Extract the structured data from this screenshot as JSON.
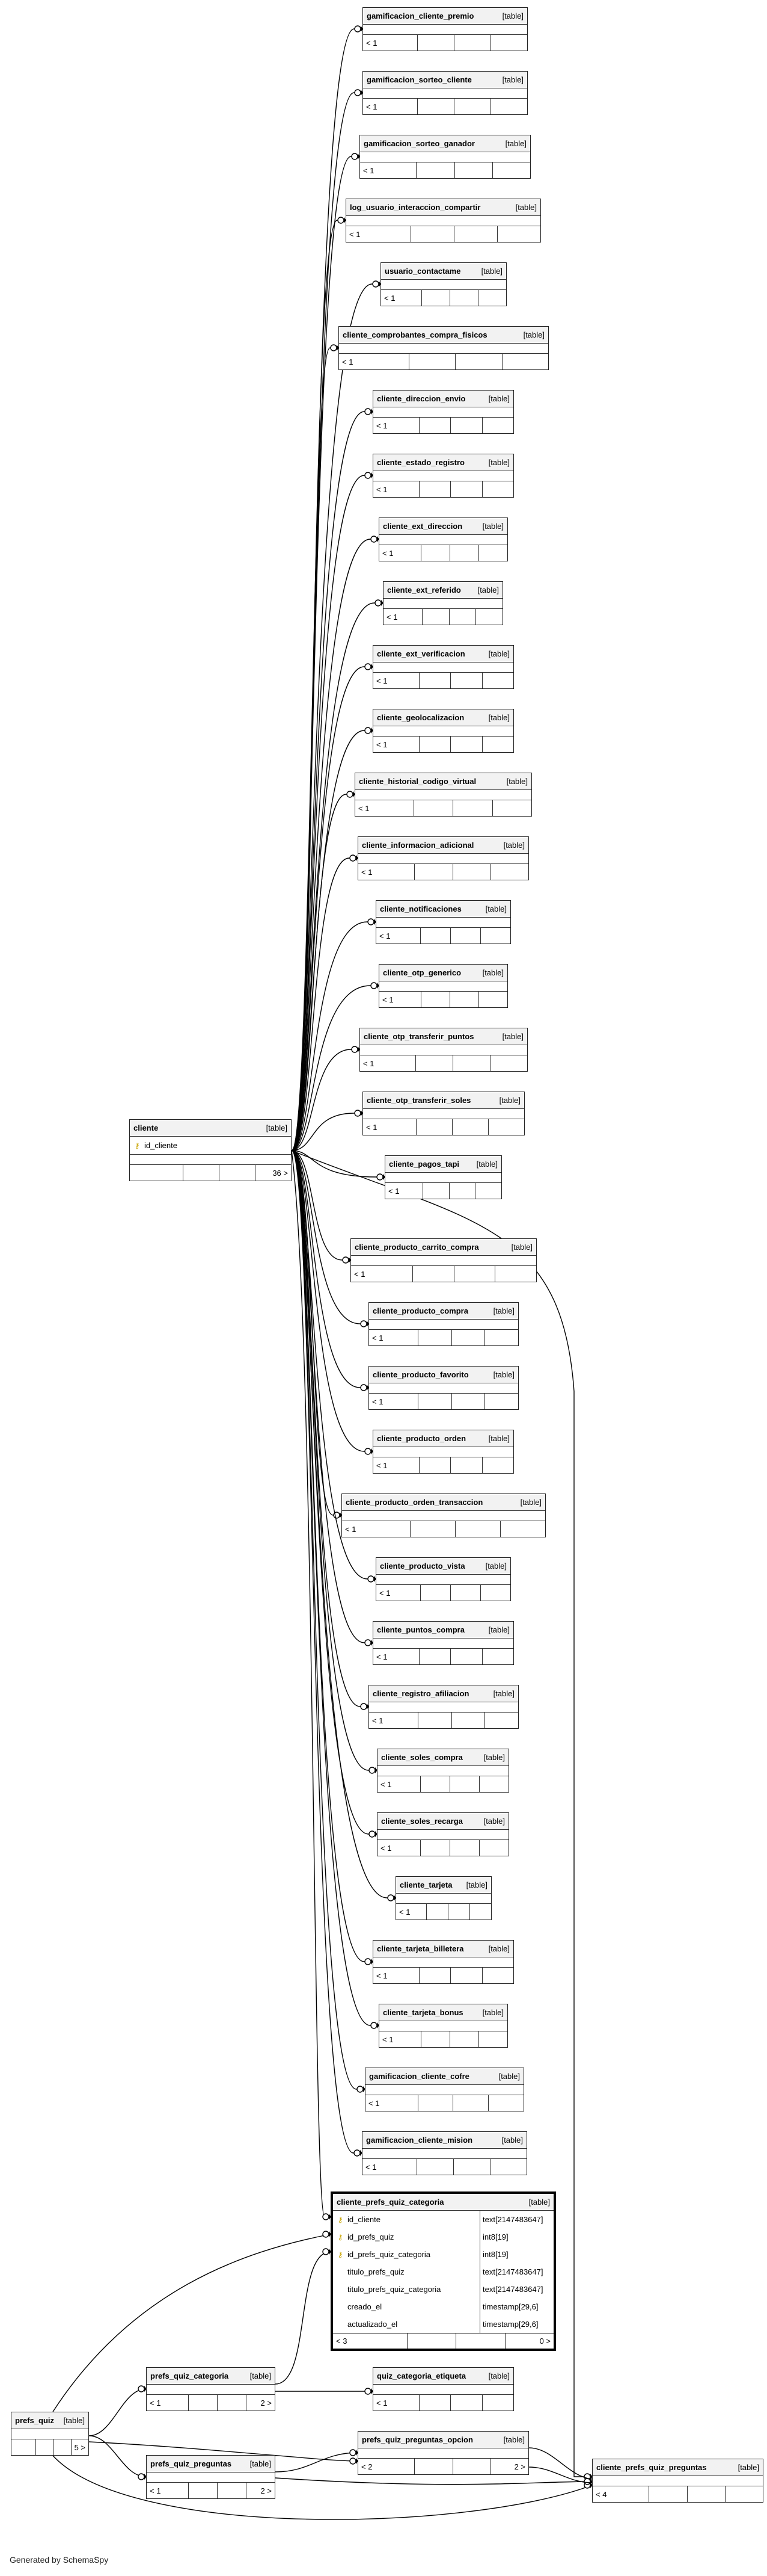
{
  "type_label": "[table]",
  "generated_by": "Generated by SchemaSpy",
  "tables": [
    {
      "id": "gamificacion_cliente_premio",
      "name": "gamificacion_cliente_premio",
      "foot_left": "< 1",
      "foot_right": ""
    },
    {
      "id": "gamificacion_sorteo_cliente",
      "name": "gamificacion_sorteo_cliente",
      "foot_left": "< 1",
      "foot_right": ""
    },
    {
      "id": "gamificacion_sorteo_ganador",
      "name": "gamificacion_sorteo_ganador",
      "foot_left": "< 1",
      "foot_right": ""
    },
    {
      "id": "log_usuario_interaccion_compartir",
      "name": "log_usuario_interaccion_compartir",
      "foot_left": "< 1",
      "foot_right": ""
    },
    {
      "id": "usuario_contactame",
      "name": "usuario_contactame",
      "foot_left": "< 1",
      "foot_right": ""
    },
    {
      "id": "cliente_comprobantes_compra_fisicos",
      "name": "cliente_comprobantes_compra_fisicos",
      "foot_left": "< 1",
      "foot_right": ""
    },
    {
      "id": "cliente_direccion_envio",
      "name": "cliente_direccion_envio",
      "foot_left": "< 1",
      "foot_right": ""
    },
    {
      "id": "cliente_estado_registro",
      "name": "cliente_estado_registro",
      "foot_left": "< 1",
      "foot_right": ""
    },
    {
      "id": "cliente_ext_direccion",
      "name": "cliente_ext_direccion",
      "foot_left": "< 1",
      "foot_right": ""
    },
    {
      "id": "cliente_ext_referido",
      "name": "cliente_ext_referido",
      "foot_left": "< 1",
      "foot_right": ""
    },
    {
      "id": "cliente_ext_verificacion",
      "name": "cliente_ext_verificacion",
      "foot_left": "< 1",
      "foot_right": ""
    },
    {
      "id": "cliente_geolocalizacion",
      "name": "cliente_geolocalizacion",
      "foot_left": "< 1",
      "foot_right": ""
    },
    {
      "id": "cliente_historial_codigo_virtual",
      "name": "cliente_historial_codigo_virtual",
      "foot_left": "< 1",
      "foot_right": ""
    },
    {
      "id": "cliente_informacion_adicional",
      "name": "cliente_informacion_adicional",
      "foot_left": "< 1",
      "foot_right": ""
    },
    {
      "id": "cliente_notificaciones",
      "name": "cliente_notificaciones",
      "foot_left": "< 1",
      "foot_right": ""
    },
    {
      "id": "cliente_otp_generico",
      "name": "cliente_otp_generico",
      "foot_left": "< 1",
      "foot_right": ""
    },
    {
      "id": "cliente_otp_transferir_puntos",
      "name": "cliente_otp_transferir_puntos",
      "foot_left": "< 1",
      "foot_right": ""
    },
    {
      "id": "cliente_otp_transferir_soles",
      "name": "cliente_otp_transferir_soles",
      "foot_left": "< 1",
      "foot_right": ""
    },
    {
      "id": "cliente_pagos_tapi",
      "name": "cliente_pagos_tapi",
      "foot_left": "< 1",
      "foot_right": ""
    },
    {
      "id": "cliente_producto_carrito_compra",
      "name": "cliente_producto_carrito_compra",
      "foot_left": "< 1",
      "foot_right": ""
    },
    {
      "id": "cliente_producto_compra",
      "name": "cliente_producto_compra",
      "foot_left": "< 1",
      "foot_right": ""
    },
    {
      "id": "cliente_producto_favorito",
      "name": "cliente_producto_favorito",
      "foot_left": "< 1",
      "foot_right": ""
    },
    {
      "id": "cliente_producto_orden",
      "name": "cliente_producto_orden",
      "foot_left": "< 1",
      "foot_right": ""
    },
    {
      "id": "cliente_producto_orden_transaccion",
      "name": "cliente_producto_orden_transaccion",
      "foot_left": "< 1",
      "foot_right": ""
    },
    {
      "id": "cliente_producto_vista",
      "name": "cliente_producto_vista",
      "foot_left": "< 1",
      "foot_right": ""
    },
    {
      "id": "cliente_puntos_compra",
      "name": "cliente_puntos_compra",
      "foot_left": "< 1",
      "foot_right": ""
    },
    {
      "id": "cliente_registro_afiliacion",
      "name": "cliente_registro_afiliacion",
      "foot_left": "< 1",
      "foot_right": ""
    },
    {
      "id": "cliente_soles_compra",
      "name": "cliente_soles_compra",
      "foot_left": "< 1",
      "foot_right": ""
    },
    {
      "id": "cliente_soles_recarga",
      "name": "cliente_soles_recarga",
      "foot_left": "< 1",
      "foot_right": ""
    },
    {
      "id": "cliente_tarjeta",
      "name": "cliente_tarjeta",
      "foot_left": "< 1",
      "foot_right": ""
    },
    {
      "id": "cliente_tarjeta_billetera",
      "name": "cliente_tarjeta_billetera",
      "foot_left": "< 1",
      "foot_right": ""
    },
    {
      "id": "cliente_tarjeta_bonus",
      "name": "cliente_tarjeta_bonus",
      "foot_left": "< 1",
      "foot_right": ""
    },
    {
      "id": "gamificacion_cliente_cofre",
      "name": "gamificacion_cliente_cofre",
      "foot_left": "< 1",
      "foot_right": ""
    },
    {
      "id": "gamificacion_cliente_mision",
      "name": "gamificacion_cliente_mision",
      "foot_left": "< 1",
      "foot_right": ""
    },
    {
      "id": "cliente",
      "name": "cliente",
      "foot_left": "",
      "foot_right": "36 >",
      "columns": [
        {
          "name": "id_cliente",
          "key": true
        }
      ]
    },
    {
      "id": "prefs_quiz_categoria",
      "name": "prefs_quiz_categoria",
      "foot_left": "< 1",
      "foot_right": "2 >"
    },
    {
      "id": "quiz_categoria_etiqueta",
      "name": "quiz_categoria_etiqueta",
      "foot_left": "< 1",
      "foot_right": ""
    },
    {
      "id": "prefs_quiz",
      "name": "prefs_quiz",
      "foot_left": "",
      "foot_right": "5 >"
    },
    {
      "id": "prefs_quiz_preguntas",
      "name": "prefs_quiz_preguntas",
      "foot_left": "< 1",
      "foot_right": "2 >"
    },
    {
      "id": "prefs_quiz_preguntas_opcion",
      "name": "prefs_quiz_preguntas_opcion",
      "foot_left": "< 2",
      "foot_right": "2 >"
    },
    {
      "id": "cliente_prefs_quiz_preguntas",
      "name": "cliente_prefs_quiz_preguntas",
      "foot_left": "< 4",
      "foot_right": ""
    },
    {
      "id": "cliente_prefs_quiz_categoria",
      "name": "cliente_prefs_quiz_categoria",
      "foot_left": "< 3",
      "foot_right": "0 >",
      "columns": [
        {
          "name": "id_cliente",
          "type": "text[2147483647]",
          "key": true
        },
        {
          "name": "id_prefs_quiz",
          "type": "int8[19]",
          "key": true
        },
        {
          "name": "id_prefs_quiz_categoria",
          "type": "int8[19]",
          "key": true
        },
        {
          "name": "titulo_prefs_quiz",
          "type": "text[2147483647]",
          "key": false
        },
        {
          "name": "titulo_prefs_quiz_categoria",
          "type": "text[2147483647]",
          "key": false
        },
        {
          "name": "creado_el",
          "type": "timestamp[29,6]",
          "key": false
        },
        {
          "name": "actualizado_el",
          "type": "timestamp[29,6]",
          "key": false
        }
      ]
    }
  ]
}
